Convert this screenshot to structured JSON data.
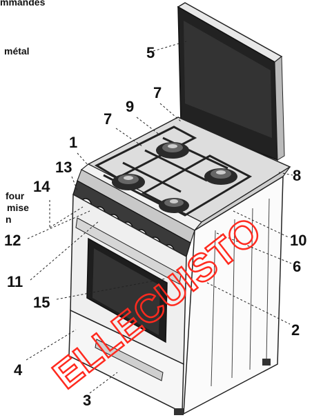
{
  "side_texts": [
    "mmandes",
    "métal",
    "four",
    "mise",
    "n"
  ],
  "numbers": [
    "5",
    "7",
    "9",
    "7",
    "1",
    "13",
    "14",
    "8",
    "12",
    "10",
    "6",
    "11",
    "15",
    "2",
    "4",
    "3"
  ],
  "watermark": {
    "text": "ELLECUISTO",
    "color": "#ff2a1f"
  }
}
